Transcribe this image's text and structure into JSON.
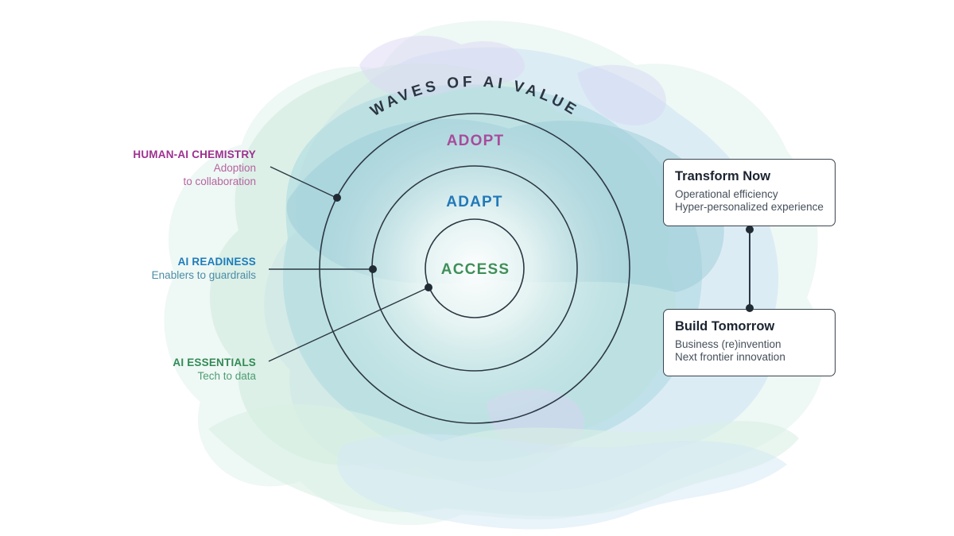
{
  "diagram": {
    "title": "WAVES OF AI VALUE",
    "rings": [
      {
        "label": "ADOPT",
        "color": "#a84b9c"
      },
      {
        "label": "ADAPT",
        "color": "#2179b8"
      },
      {
        "label": "ACCESS",
        "color": "#3f8f58"
      }
    ],
    "left_labels": [
      {
        "title": "HUMAN-AI CHEMISTRY",
        "sub_lines": [
          "Adoption",
          "to collaboration"
        ],
        "title_color": "#9e3190",
        "sub_color": "#b7649f",
        "points_to_ring": "ADOPT"
      },
      {
        "title": "AI READINESS",
        "sub_lines": [
          "Enablers to guardrails"
        ],
        "title_color": "#1e7cbb",
        "sub_color": "#4b8ca6",
        "points_to_ring": "ADAPT"
      },
      {
        "title": "AI ESSENTIALS",
        "sub_lines": [
          "Tech to data"
        ],
        "title_color": "#338a55",
        "sub_color": "#4f9d72",
        "points_to_ring": "ACCESS"
      }
    ],
    "callouts": [
      {
        "title": "Transform Now",
        "lines": [
          "Operational efficiency",
          "Hyper-personalized experience"
        ]
      },
      {
        "title": "Build Tomorrow",
        "lines": [
          "Business (re)invention",
          "Next frontier innovation"
        ]
      }
    ],
    "colors": {
      "ink": "#2b3743",
      "dot": "#212b34",
      "blob_teal": "#aedae1",
      "blob_deep_teal": "#9bcbd8",
      "blob_mint": "#cdeadb",
      "blob_blue": "#c9e0f5",
      "blob_lavender": "#dcd8f3",
      "box_border": "#3a444e",
      "box_title": "#1b2430",
      "box_body": "#454f5a"
    }
  }
}
